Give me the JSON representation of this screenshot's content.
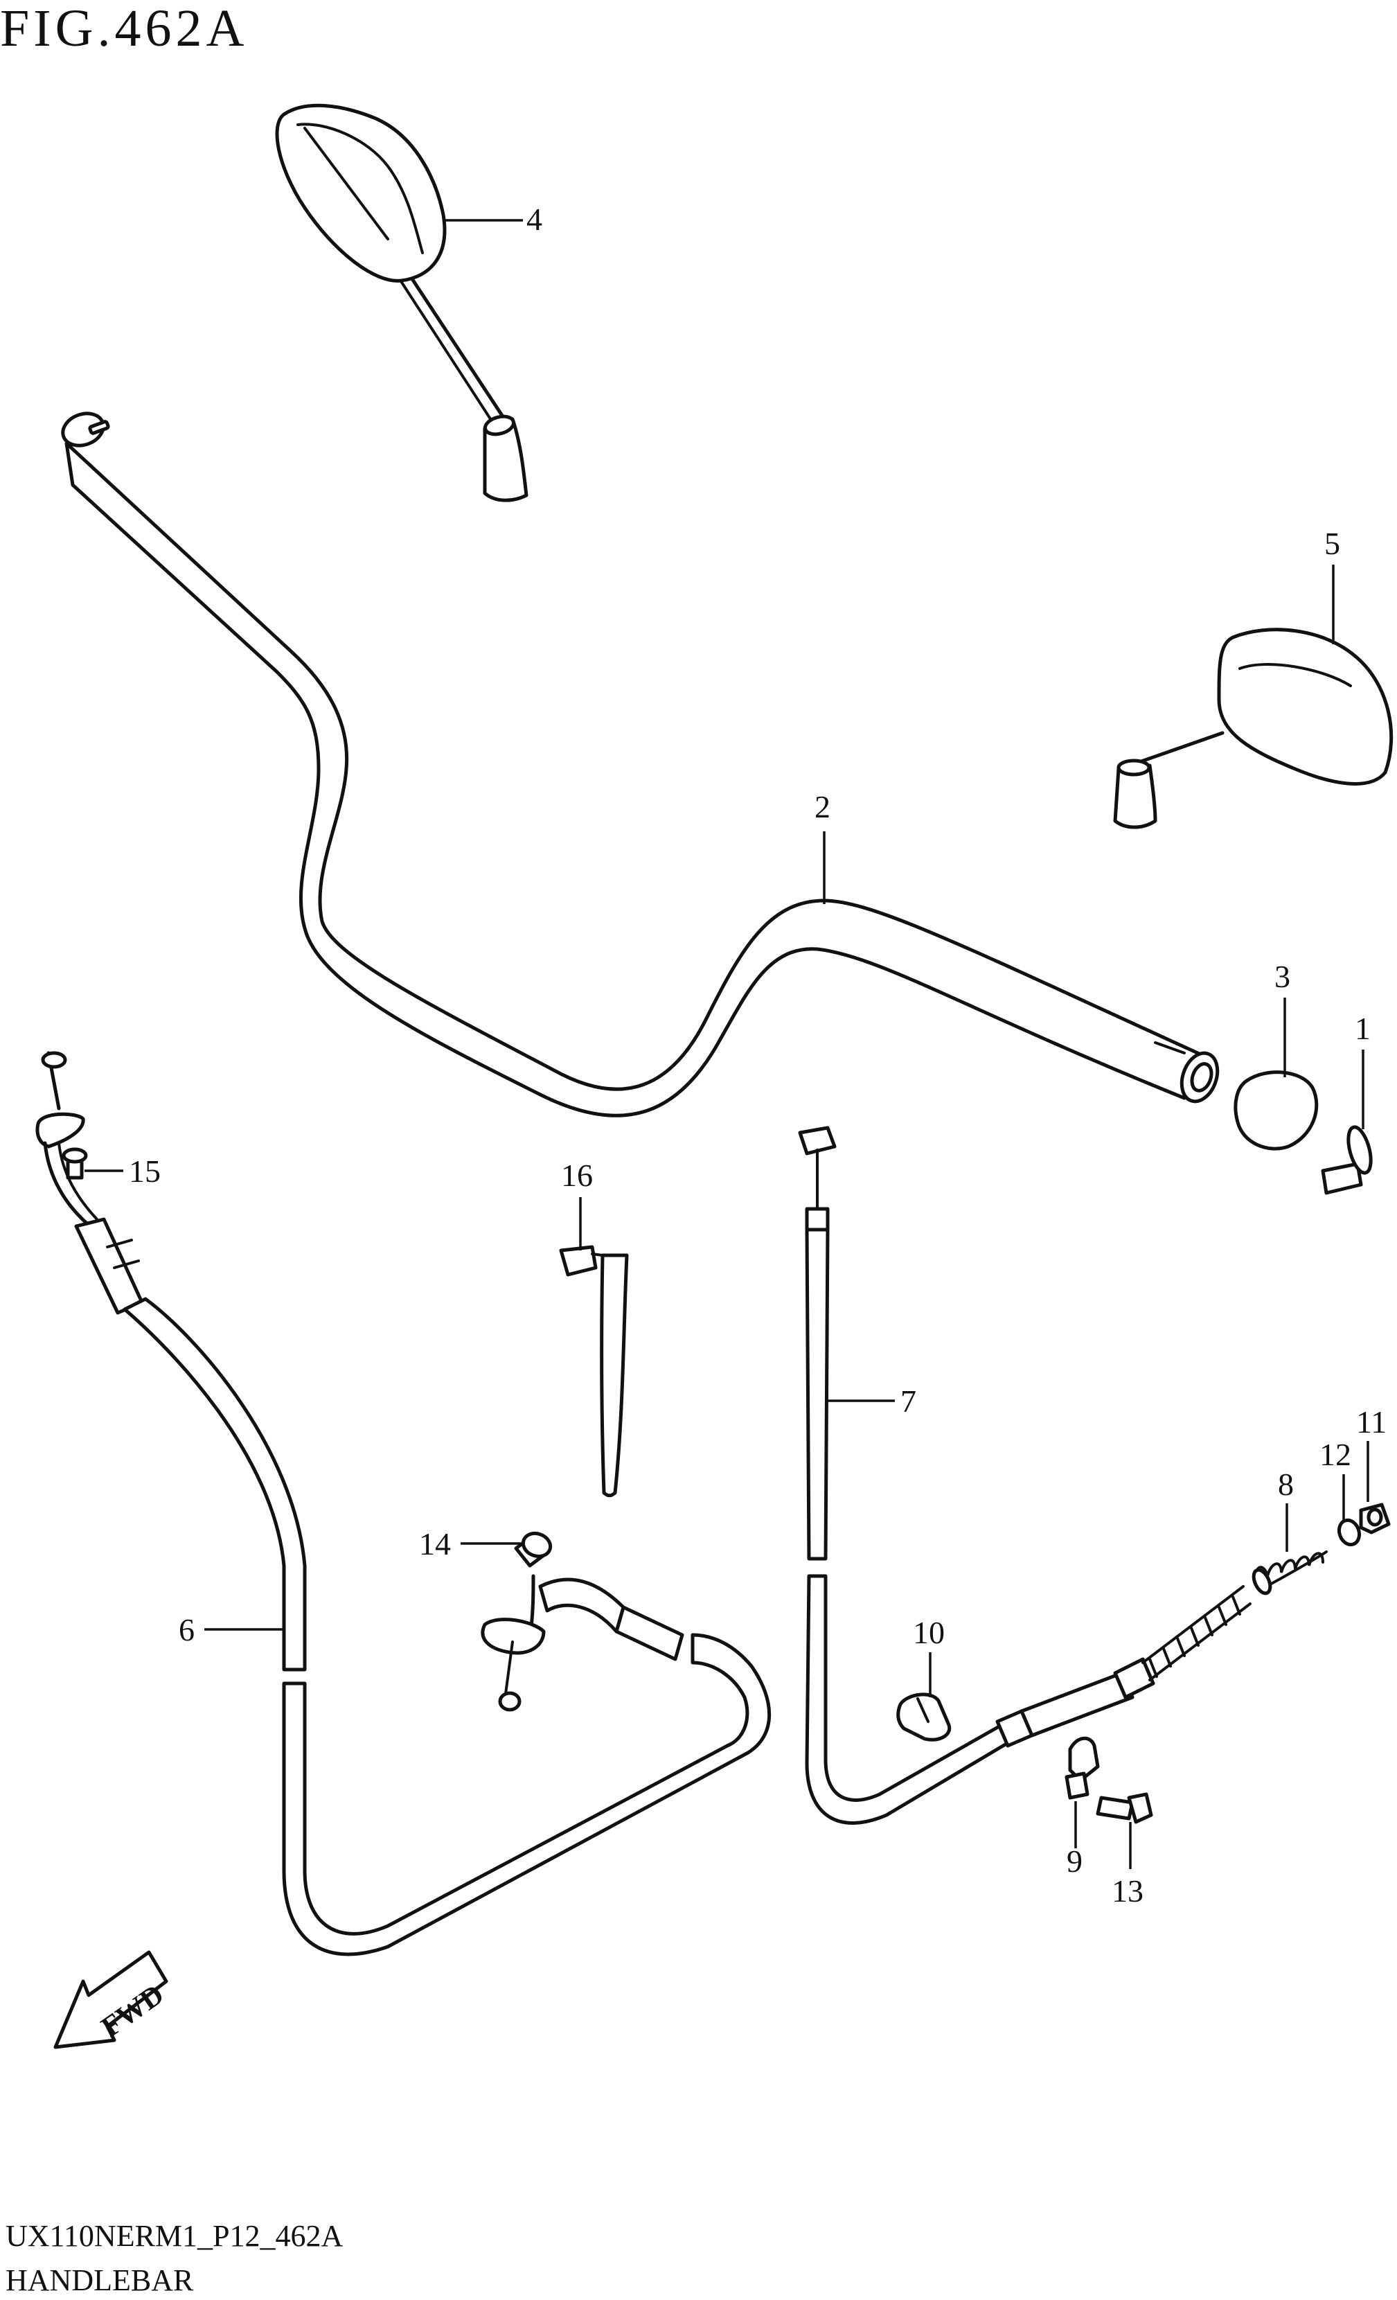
{
  "figure": {
    "title": "FIG.462A",
    "code": "UX110NERM1_P12_462A",
    "name": "HANDLEBAR"
  },
  "callouts": [
    "1",
    "2",
    "3",
    "4",
    "5",
    "6",
    "7",
    "8",
    "9",
    "10",
    "11",
    "12",
    "13",
    "14",
    "15",
    "16"
  ],
  "fwd_label": "FWD",
  "colors": {
    "line": "#111111",
    "background": "#ffffff"
  }
}
